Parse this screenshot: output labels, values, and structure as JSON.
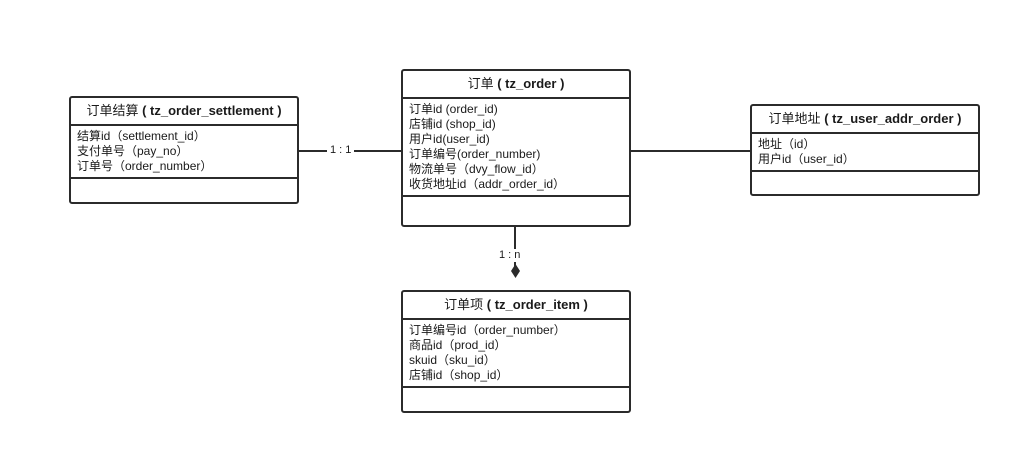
{
  "diagram": {
    "type": "er-diagram",
    "background": "#ffffff",
    "line_color": "#2b2b2b",
    "text_color": "#1a1a1a"
  },
  "entities": {
    "settlement": {
      "name_cn": "订单结算",
      "name_table": "( tz_order_settlement )",
      "attributes": [
        "结算id（settlement_id）",
        "支付单号（pay_no）",
        "订单号（order_number）"
      ]
    },
    "order": {
      "name_cn": "订单",
      "name_table": "( tz_order )",
      "attributes": [
        "订单id (order_id)",
        "店铺id (shop_id)",
        "用户id(user_id)",
        "订单编号(order_number)",
        "物流单号（dvy_flow_id）",
        "收货地址id（addr_order_id）"
      ]
    },
    "address": {
      "name_cn": "订单地址",
      "name_table": "( tz_user_addr_order )",
      "attributes": [
        "地址（id）",
        "用户id（user_id）"
      ]
    },
    "order_item": {
      "name_cn": "订单项",
      "name_table": "( tz_order_item )",
      "attributes": [
        "订单编号id（order_number）",
        "商品id（prod_id）",
        "skuid（sku_id）",
        "店铺id（shop_id）"
      ]
    }
  },
  "relations": {
    "settlement_order": "1 : 1",
    "order_item": "1 : n"
  }
}
